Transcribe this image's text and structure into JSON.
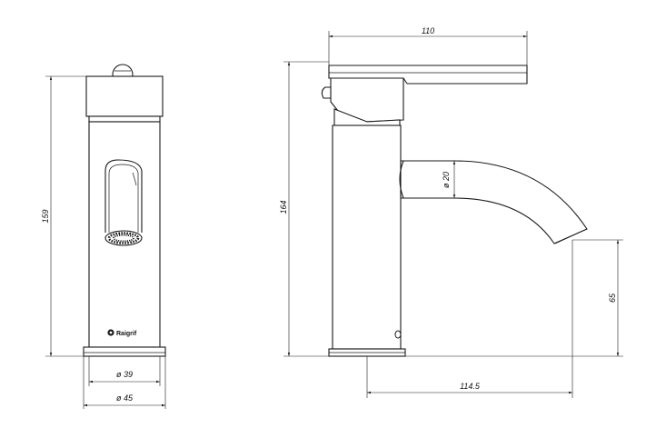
{
  "drawing": {
    "front_view": {
      "dimensions": {
        "height": "159",
        "base_inner_diameter": "ø 39",
        "base_outer_diameter": "ø 45"
      },
      "brand_logo": "Raigrif"
    },
    "side_view": {
      "dimensions": {
        "lever_length": "110",
        "height": "164",
        "spout_diameter": "ø 20",
        "spout_height": "65",
        "spout_reach": "114.5"
      }
    }
  }
}
